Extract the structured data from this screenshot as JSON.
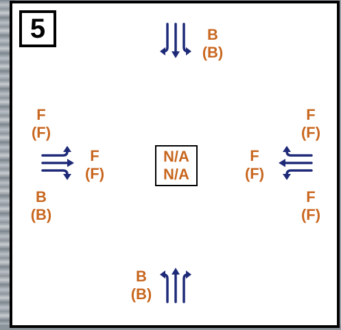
{
  "figure": {
    "number": "5",
    "center": {
      "line1": "N/A",
      "line2": "N/A"
    },
    "north": {
      "line1": "B",
      "line2": "(B)"
    },
    "south": {
      "line1": "B",
      "line2": "(B)"
    },
    "west_top": {
      "line1": "F",
      "line2": "(F)"
    },
    "west_mid": {
      "line1": "F",
      "line2": "(F)"
    },
    "west_bottom": {
      "line1": "B",
      "line2": "(B)"
    },
    "east_top": {
      "line1": "F",
      "line2": "(F)"
    },
    "east_mid": {
      "line1": "F",
      "line2": "(F)"
    },
    "east_bottom": {
      "line1": "F",
      "line2": "(F)"
    },
    "colors": {
      "label": "#c8661e",
      "arrow": "#1e2a78",
      "border": "#000000"
    }
  }
}
